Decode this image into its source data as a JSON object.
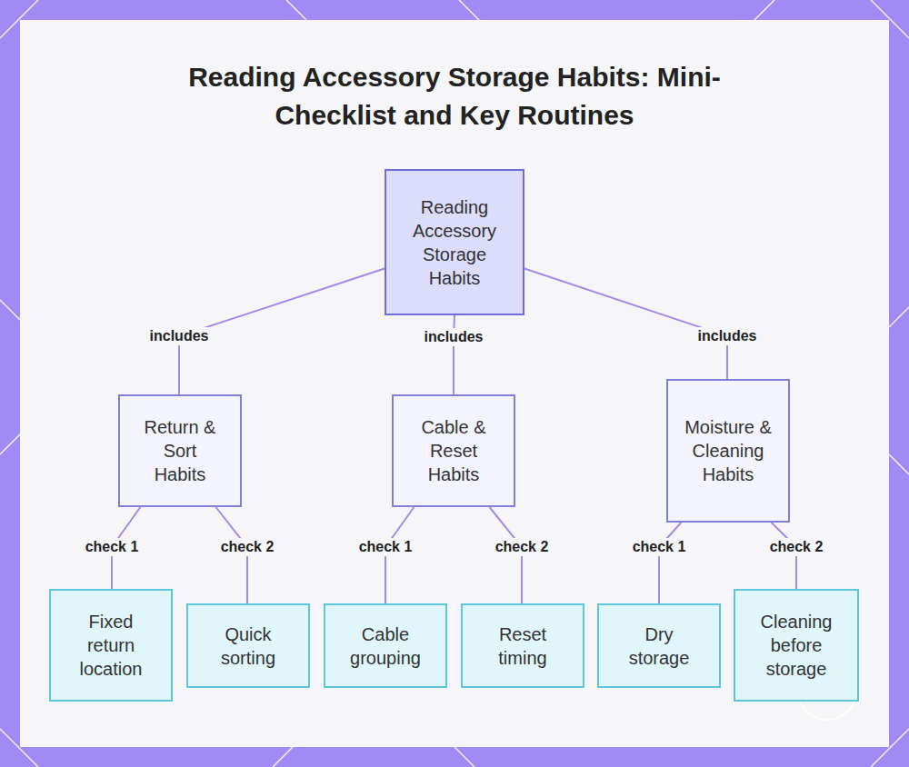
{
  "diagram": {
    "title": "Reading Accessory Storage Habits: Mini-Checklist and Key Routines",
    "nodes": [
      {
        "text": [
          "Reading Accessory Storage Habits"
        ]
      },
      {
        "text": [
          "Return & Sort Habits"
        ]
      },
      {
        "text": [
          "Cable & Reset Habits"
        ]
      },
      {
        "text": [
          "Moisture & Cleaning Habits"
        ]
      },
      {
        "text": [
          "Fixed return location"
        ]
      },
      {
        "text": [
          "Quick sorting"
        ]
      },
      {
        "text": [
          "Cable grouping"
        ]
      },
      {
        "text": [
          "Reset timing"
        ]
      },
      {
        "text": [
          "Dry storage"
        ]
      },
      {
        "text": [
          "Cleaning before storage"
        ]
      }
    ],
    "edges": [
      {
        "from": 0,
        "to": 1,
        "label": "includes",
        "arrow": "none"
      },
      {
        "from": 0,
        "to": 2,
        "label": "includes",
        "arrow": "none"
      },
      {
        "from": 0,
        "to": 3,
        "label": "includes",
        "arrow": "none"
      },
      {
        "from": 1,
        "to": 4,
        "label": "check 1",
        "arrow": "none"
      },
      {
        "from": 1,
        "to": 5,
        "label": "check 2",
        "arrow": "none"
      },
      {
        "from": 2,
        "to": 6,
        "label": "check 1",
        "arrow": "none"
      },
      {
        "from": 2,
        "to": 7,
        "label": "check 2",
        "arrow": "none"
      },
      {
        "from": 3,
        "to": 8,
        "label": "check 1",
        "arrow": "none"
      },
      {
        "from": 3,
        "to": 9,
        "label": "check 2",
        "arrow": "none"
      }
    ]
  }
}
